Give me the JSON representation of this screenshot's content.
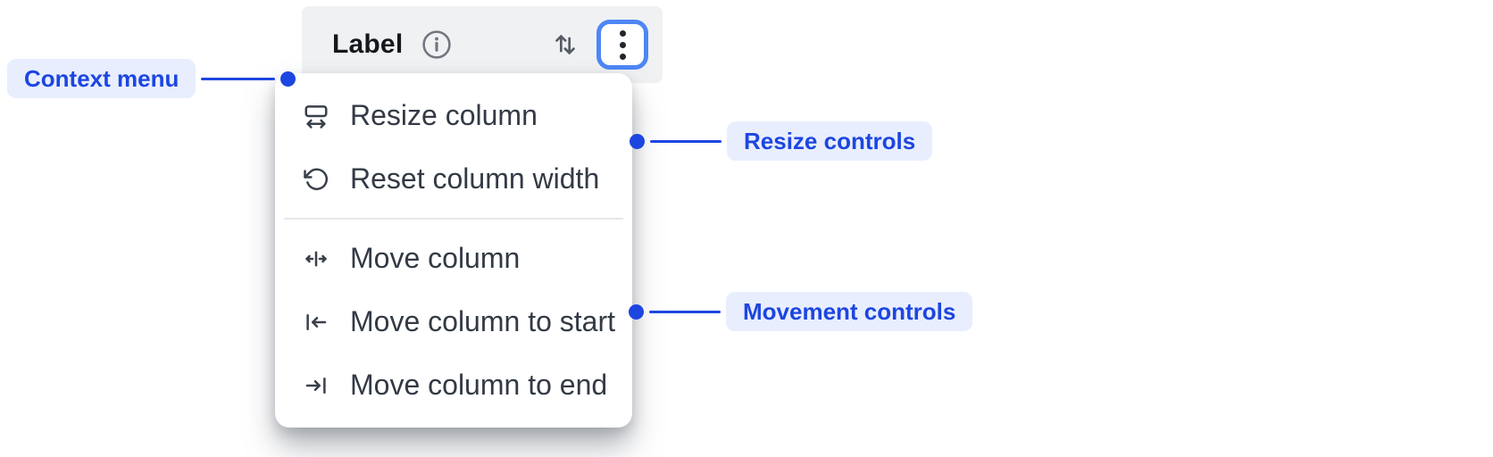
{
  "header": {
    "title": "Label"
  },
  "menu": {
    "groups": [
      {
        "name": "resize",
        "items": [
          {
            "icon": "resize-column-icon",
            "label": "Resize column"
          },
          {
            "icon": "reset-column-width-icon",
            "label": "Reset column width"
          }
        ]
      },
      {
        "name": "movement",
        "items": [
          {
            "icon": "move-column-icon",
            "label": "Move column"
          },
          {
            "icon": "move-column-to-start-icon",
            "label": "Move column to start"
          },
          {
            "icon": "move-column-to-end-icon",
            "label": "Move column to end"
          }
        ]
      }
    ]
  },
  "annotations": [
    {
      "label": "Context menu"
    },
    {
      "label": "Resize controls"
    },
    {
      "label": "Movement controls"
    }
  ],
  "colors": {
    "annotation_blue": "#1d46e0",
    "annotation_pill_bg": "#e8eefd",
    "focus_ring_blue": "#4e87f5",
    "header_bg": "#f0f1f3",
    "menu_bg": "#ffffff",
    "menu_text": "#333a45",
    "divider": "#e4e6ea"
  }
}
